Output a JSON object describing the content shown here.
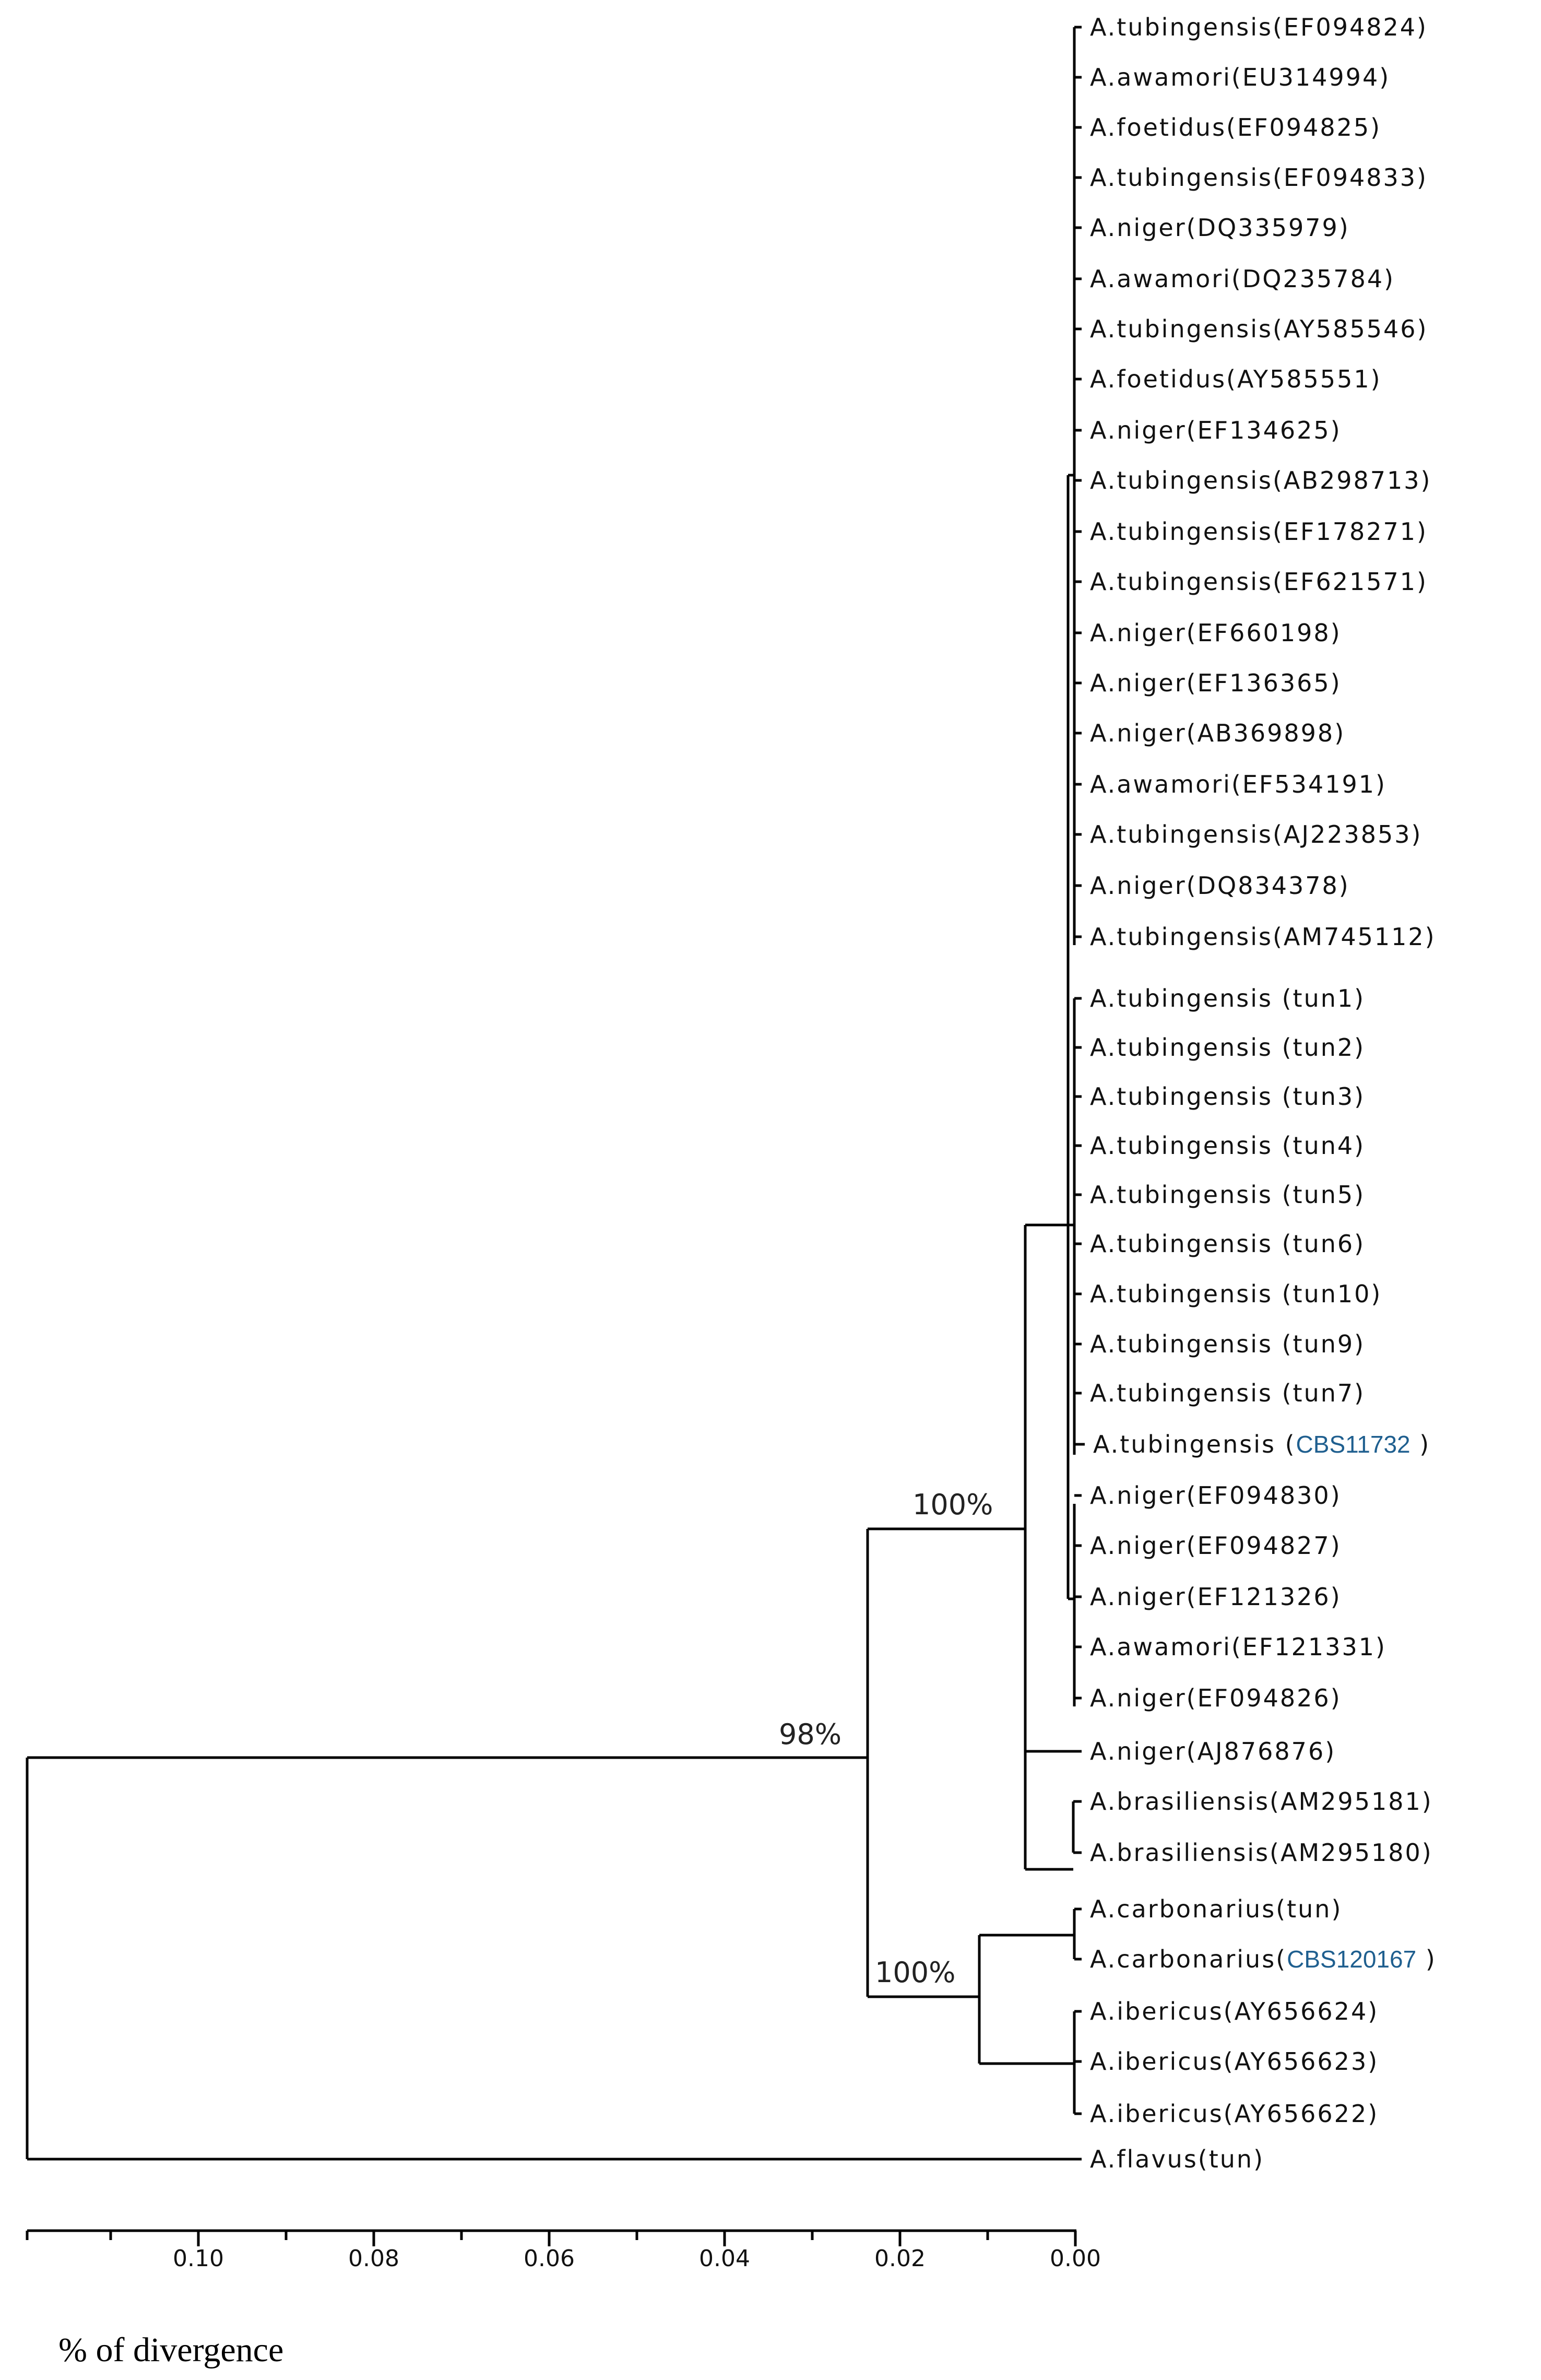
{
  "tree": {
    "leaves": [
      {
        "label": "A.tubingensis(EF094824)",
        "accent": ""
      },
      {
        "label": "A.awamori(EU314994)",
        "accent": ""
      },
      {
        "label": "A.foetidus(EF094825)",
        "accent": ""
      },
      {
        "label": "A.tubingensis(EF094833)",
        "accent": ""
      },
      {
        "label": "A.niger(DQ335979)",
        "accent": ""
      },
      {
        "label": "A.awamori(DQ235784)",
        "accent": ""
      },
      {
        "label": "A.tubingensis(AY585546)",
        "accent": ""
      },
      {
        "label": "A.foetidus(AY585551)",
        "accent": ""
      },
      {
        "label": "A.niger(EF134625)",
        "accent": ""
      },
      {
        "label": "A.tubingensis(AB298713)",
        "accent": ""
      },
      {
        "label": "A.tubingensis(EF178271)",
        "accent": ""
      },
      {
        "label": "A.tubingensis(EF621571)",
        "accent": ""
      },
      {
        "label": "A.niger(EF660198)",
        "accent": ""
      },
      {
        "label": "A.niger(EF136365)",
        "accent": ""
      },
      {
        "label": "A.niger(AB369898)",
        "accent": ""
      },
      {
        "label": "A.awamori(EF534191)",
        "accent": ""
      },
      {
        "label": "A.tubingensis(AJ223853)",
        "accent": ""
      },
      {
        "label": "A.niger(DQ834378)",
        "accent": ""
      },
      {
        "label": "A.tubingensis(AM745112)",
        "accent": ""
      },
      {
        "label": "A.tubingensis (tun1)",
        "accent": ""
      },
      {
        "label": "A.tubingensis (tun2)",
        "accent": ""
      },
      {
        "label": "A.tubingensis (tun3)",
        "accent": ""
      },
      {
        "label": "A.tubingensis (tun4)",
        "accent": ""
      },
      {
        "label": "A.tubingensis (tun5)",
        "accent": ""
      },
      {
        "label": "A.tubingensis (tun6)",
        "accent": ""
      },
      {
        "label": "A.tubingensis (tun10)",
        "accent": ""
      },
      {
        "label": "A.tubingensis (tun9)",
        "accent": ""
      },
      {
        "label": "A.tubingensis (tun7)",
        "accent": ""
      },
      {
        "label": "A.tubingensis (",
        "accent": "CBS11732",
        "suffix": ")"
      },
      {
        "label": "A.niger(EF094830)",
        "accent": ""
      },
      {
        "label": "A.niger(EF094827)",
        "accent": ""
      },
      {
        "label": "A.niger(EF121326)",
        "accent": ""
      },
      {
        "label": "A.awamori(EF121331)",
        "accent": ""
      },
      {
        "label": "A.niger(EF094826)",
        "accent": ""
      },
      {
        "label": "A.niger(AJ876876)",
        "accent": ""
      },
      {
        "label": "A.brasiliensis(AM295181)",
        "accent": ""
      },
      {
        "label": "A.brasiliensis(AM295180)",
        "accent": ""
      },
      {
        "label": "A.carbonarius(tun)",
        "accent": ""
      },
      {
        "label": "A.carbonarius(",
        "accent": "CBS120167",
        "suffix": ")"
      },
      {
        "label": "A.ibericus(AY656624)",
        "accent": ""
      },
      {
        "label": "A.ibericus(AY656623)",
        "accent": ""
      },
      {
        "label": "A.ibericus(AY656622)",
        "accent": ""
      },
      {
        "label": "A.flavus(tun)",
        "accent": ""
      }
    ],
    "support_values": {
      "niger_clade": "100%",
      "ingroup": "98%",
      "carbonarius_ibericus": "100%"
    },
    "accent_color": "#1f5f8f"
  },
  "scale": {
    "ticks": [
      "0.10",
      "0.08",
      "0.06",
      "0.04",
      "0.02",
      "0.00"
    ],
    "title": "% of divergence"
  }
}
